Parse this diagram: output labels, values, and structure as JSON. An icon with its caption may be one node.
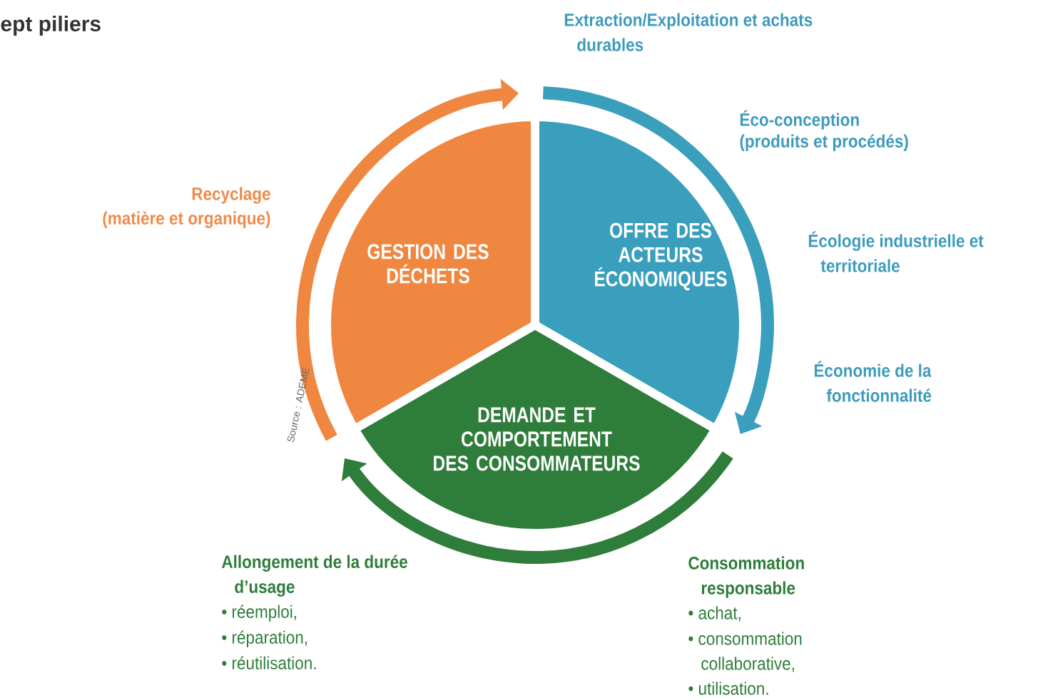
{
  "diagram": {
    "title": "ept piliers",
    "nodes": [
      {
        "text": [
          "GESTION DES DÉCHETS"
        ]
      },
      {
        "text": [
          "OFFRE DES ACTEURS ÉCONOMIQUES"
        ]
      },
      {
        "text": [
          "DEMANDE ET COMPORTEMENT DES CONSOMMATEURS"
        ]
      }
    ],
    "labels": [
      "Extraction/Exploitation et achats durables",
      "Éco-conception",
      "(produits et procédés)",
      "Recyclage",
      "(matière et organique)",
      "Écologie industrielle et territoriale",
      "Économie de la fonctionnalité",
      "Source : ADEME",
      "Allongement de la durée d’usage",
      "• réemploi,",
      "• réparation,",
      "• réutilisation.",
      "Consommation responsable",
      "• achat,",
      "• consommation collaborative,",
      "• utilisation."
    ]
  }
}
